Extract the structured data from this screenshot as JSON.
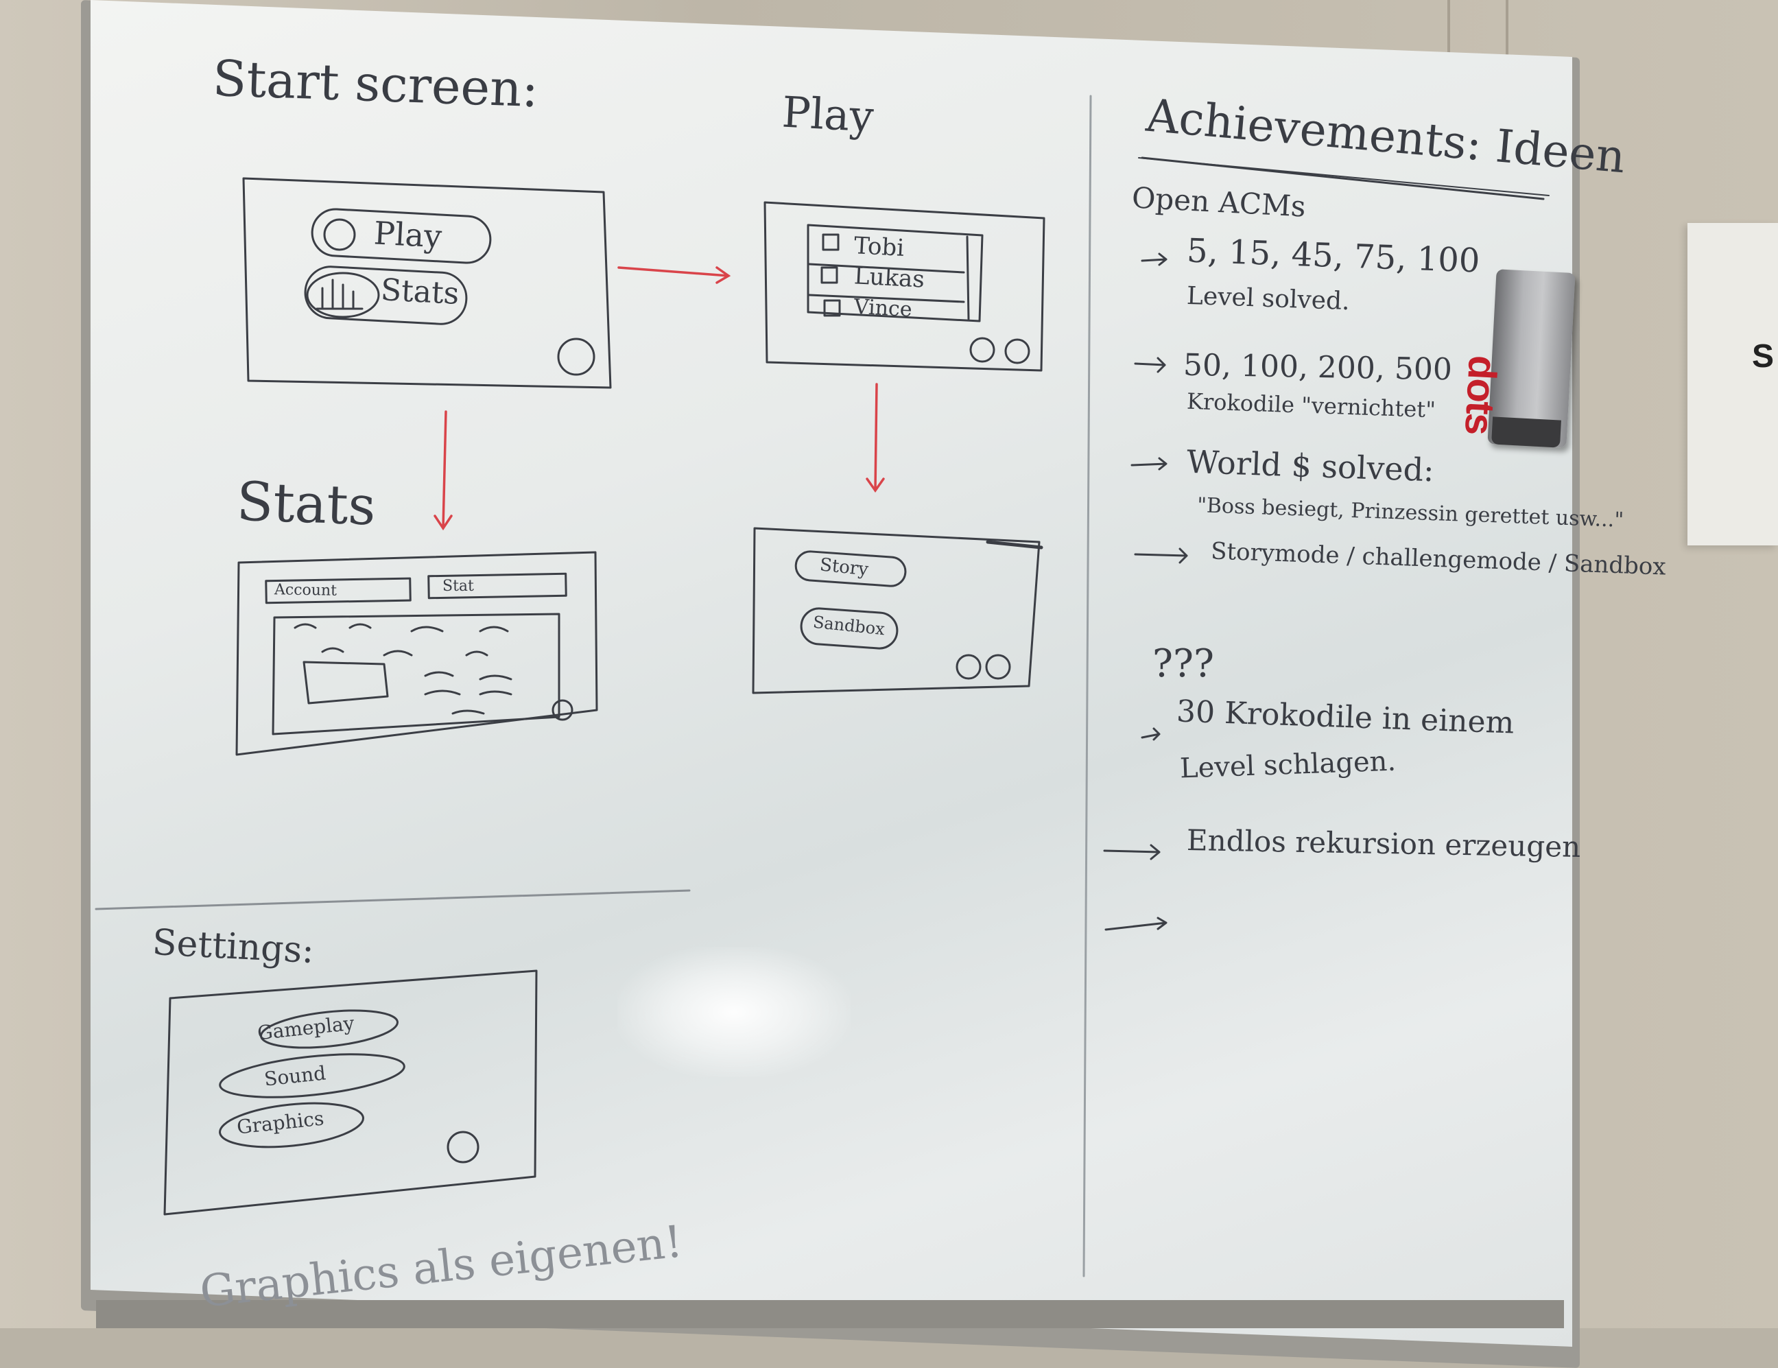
{
  "headings": {
    "start_screen": "Start screen:",
    "play": "Play",
    "stats": "Stats",
    "settings": "Settings:",
    "achievements": "Achievements: Ideen"
  },
  "start_screen_mock": {
    "play_button": "Play",
    "stats_button": "Stats"
  },
  "play_list_mock": {
    "entries": [
      "Tobi",
      "Lukas",
      "Vince"
    ]
  },
  "mode_select_mock": {
    "story_button": "Story",
    "sandbox_button": "Sandbox"
  },
  "stats_mock": {
    "account_dropdown": "Account",
    "stat_dropdown": "Stat"
  },
  "settings_mock": {
    "items": [
      "Gameplay",
      "Sound",
      "Graphics"
    ]
  },
  "achievements": {
    "subheading": "Open ACMs",
    "items": [
      {
        "line1": "5, 15, 45, 75, 100",
        "line2": "Level solved."
      },
      {
        "line1": "50, 100, 200, 500",
        "line2": "Krokodile \"vernichtet\""
      },
      {
        "line1": "World $ solved:",
        "line2": "\"Boss besiegt, Prinzessin gerettet usw...\""
      },
      {
        "line1": "Storymode / challengemode / Sandbox",
        "line2": ""
      }
    ],
    "unknown_marker": "???",
    "extra_items": [
      {
        "line1": "30 Krokodile in einem",
        "line2": "Level schlagen."
      },
      {
        "line1": "Endlos rekursion erzeugen",
        "line2": ""
      }
    ]
  },
  "footer_note": "Graphics als eigenen!",
  "poster_text": "S",
  "eraser_brand": "dots"
}
